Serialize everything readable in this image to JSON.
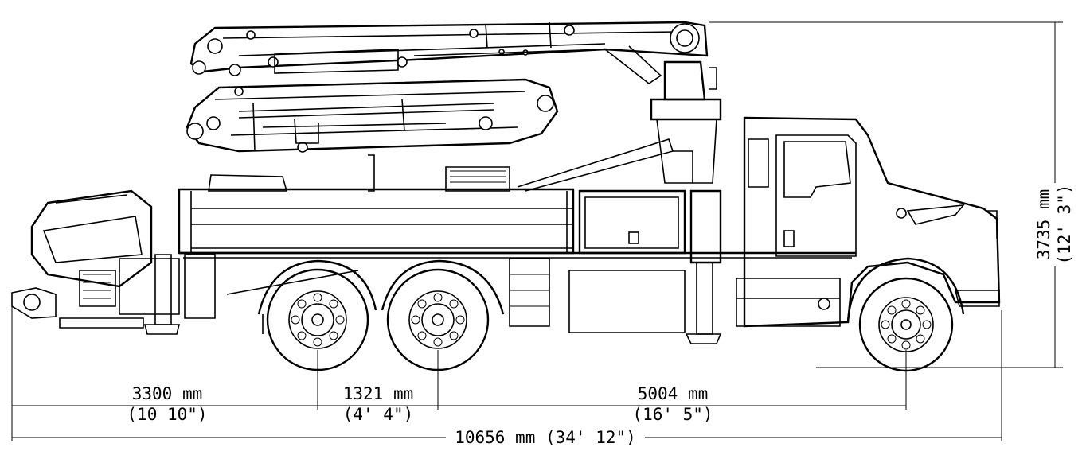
{
  "dimensions": {
    "d1": {
      "mm": "3300  mm",
      "imperial": "(10  10\")"
    },
    "d2": {
      "mm": "1321  mm",
      "imperial": "(4'  4\")"
    },
    "d3": {
      "mm": "5004  mm",
      "imperial": "(16'  5\")"
    },
    "overall": {
      "label": "10656  mm  (34'  12\")"
    },
    "height": {
      "mm": "3735  mm",
      "imperial": "(12'  3\")"
    }
  }
}
